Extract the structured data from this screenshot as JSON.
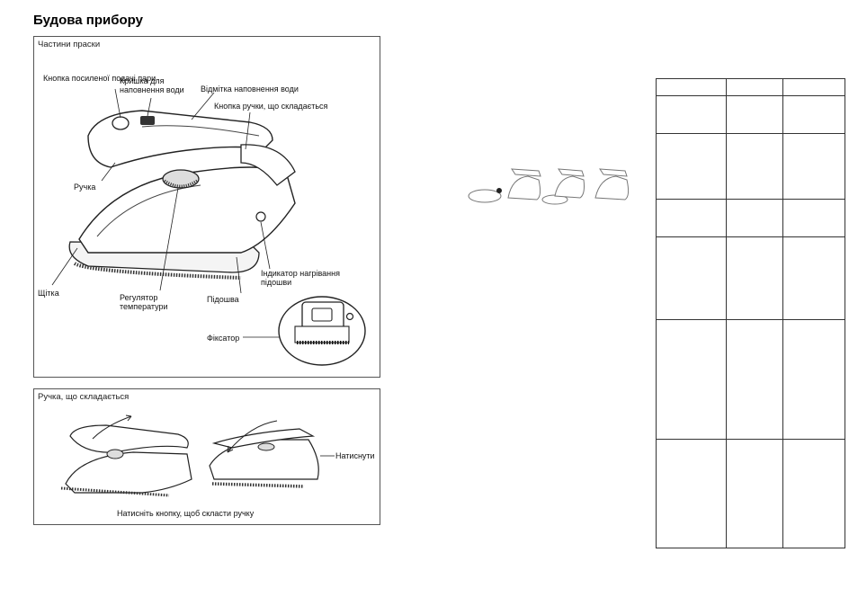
{
  "page": {
    "title": "Будова прибору"
  },
  "panel_parts": {
    "title": "Частини праски",
    "labels": {
      "boost_button": "Кнопка посиленої подачі пари",
      "fill_cap": "Кришка для наповнення води",
      "fill_mark": "Відмітка наповнення води",
      "fold_button": "Кнопка ручки, що складається",
      "handle": "Ручка",
      "brush": "Щітка",
      "thermostat": "Регулятор температури",
      "soleplate": "Підошва",
      "heat_indicator": "Індикатор нагрівання підошви",
      "lock": "Фіксатор"
    }
  },
  "panel_fold": {
    "title": "Ручка, що складається",
    "press_label": "Натиснути",
    "caption": "Натисніть кнопку, щоб скласти ручку"
  },
  "table": {
    "rows": 7,
    "cols": 3
  }
}
